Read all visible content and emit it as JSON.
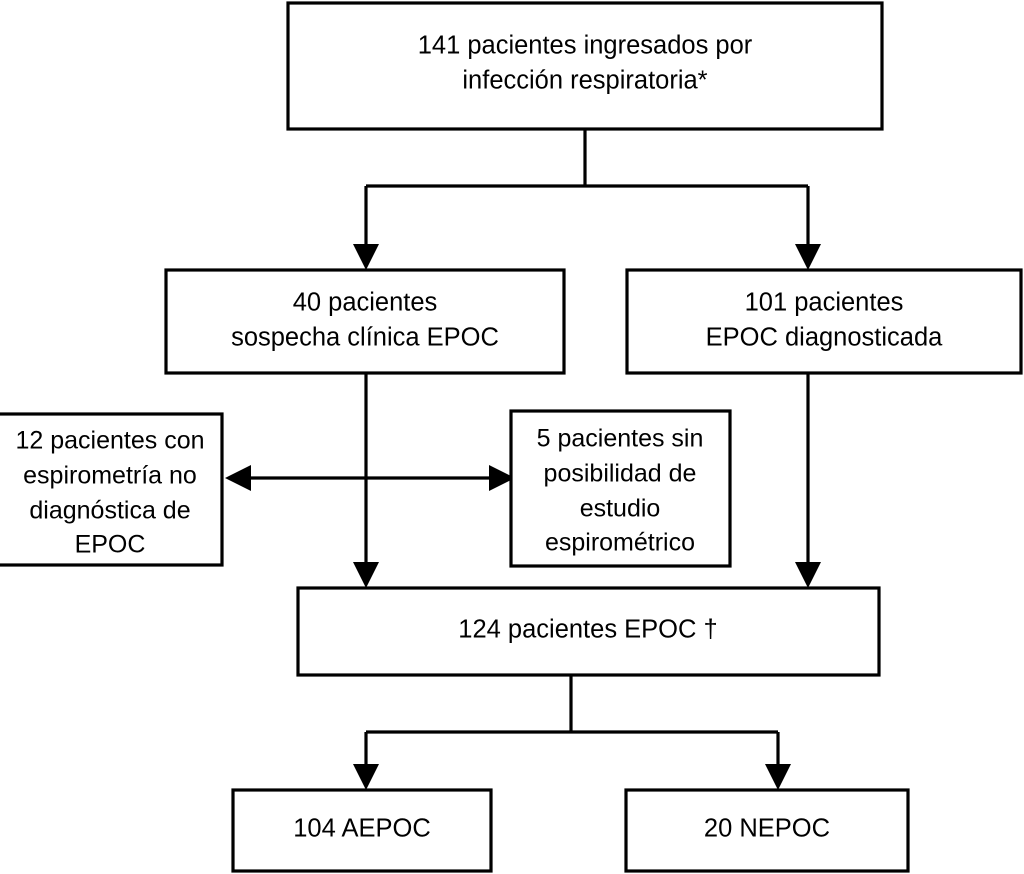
{
  "figure": {
    "type": "flowchart",
    "language": "es",
    "background_color": "#ffffff",
    "line_color": "#000000",
    "box_fill": "#ffffff"
  },
  "nodes": {
    "total_admitted": {
      "id": "total-admitted",
      "lines": [
        "141 pacientes ingresados por",
        "infección respiratoria*"
      ],
      "count": 141,
      "label": "141 pacientes ingresados por infección respiratoria*"
    },
    "clinical_suspicion": {
      "id": "clinical-suspicion",
      "lines": [
        "40 pacientes",
        "sospecha clínica EPOC"
      ],
      "count": 40,
      "label": "40 pacientes sospecha clínica EPOC"
    },
    "diagnosed_copd": {
      "id": "diagnosed-copd",
      "lines": [
        "101 pacientes",
        "EPOC diagnosticada"
      ],
      "count": 101,
      "label": "101 pacientes EPOC diagnosticada"
    },
    "non_diagnostic_spirometry": {
      "id": "non-diagnostic-spirometry",
      "lines": [
        "12 pacientes con",
        "espirometría no",
        "diagnóstica de",
        "EPOC"
      ],
      "count": 12,
      "label": "12 pacientes con espirometría no diagnóstica de EPOC"
    },
    "no_spirometry_possible": {
      "id": "no-spirometry-possible",
      "lines": [
        "5 pacientes sin",
        "posibilidad de",
        "estudio",
        "espirométrico"
      ],
      "count": 5,
      "label": "5 pacientes sin posibilidad de estudio espirométrico"
    },
    "copd_total": {
      "id": "copd-total",
      "lines": [
        "124 pacientes EPOC †"
      ],
      "count": 124,
      "label": "124 pacientes EPOC †"
    },
    "aepoc": {
      "id": "aepoc",
      "lines": [
        "104 AEPOC"
      ],
      "count": 104,
      "label": "104 AEPOC"
    },
    "nepoc": {
      "id": "nepoc",
      "lines": [
        "20 NEPOC"
      ],
      "count": 20,
      "label": "20 NEPOC"
    }
  },
  "footnote_markers": {
    "asterisk": "*",
    "dagger": "†"
  }
}
